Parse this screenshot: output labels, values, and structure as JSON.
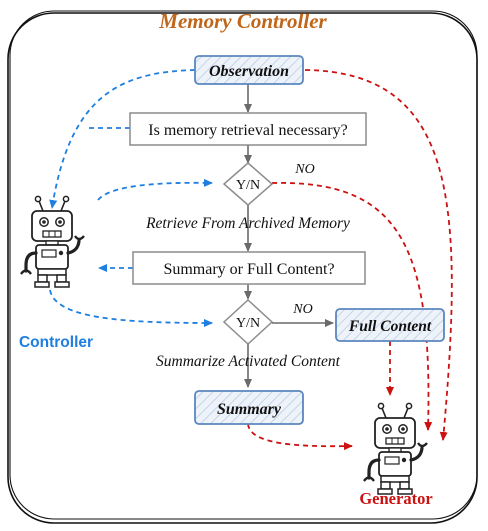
{
  "title": "Memory Controller",
  "nodes": {
    "observation": "Observation",
    "memory_question": "Is memory retrieval necessary?",
    "decision_1": "Y/N",
    "decision_1_no": "NO",
    "retrieve_label": "Retrieve From Archived Memory",
    "summary_question": "Summary or Full Content?",
    "decision_2": "Y/N",
    "decision_2_no": "NO",
    "full_content": "Full Content",
    "summarize_label": "Summarize Activated Content",
    "summary": "Summary"
  },
  "agents": {
    "controller": "Controller",
    "generator": "Generator"
  },
  "colors": {
    "title": "#c0661a",
    "controller": "#1e7fe0",
    "generator": "#cc1111",
    "box_blue_border": "#5a86bf",
    "box_blue_fill": "#eef3fa",
    "gray_border": "#8c8c8c",
    "arrow_gray": "#6a6a6a"
  },
  "icons": {
    "controller_robot": "robot-icon",
    "generator_robot": "robot-icon"
  }
}
